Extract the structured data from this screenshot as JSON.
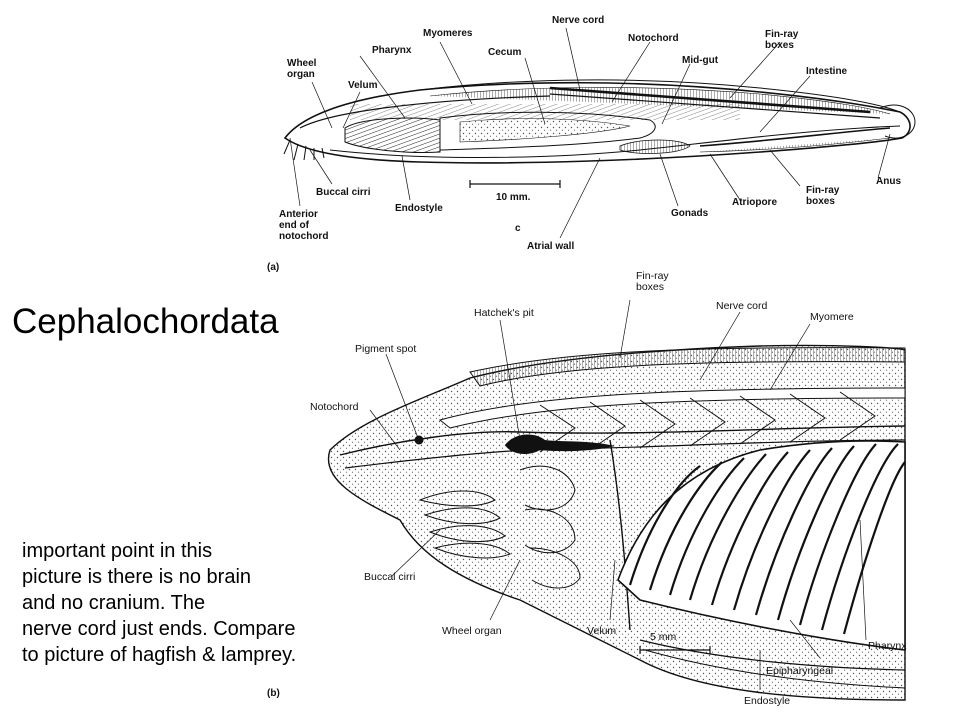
{
  "title": "Cephalochordata",
  "note": {
    "lines": [
      "important point in this",
      "picture is there is no brain",
      "and no cranium.  The",
      "nerve cord just ends. Compare",
      "to picture of hagfish & lamprey."
    ]
  },
  "figure_a": {
    "panel_label": "(a)",
    "labels": {
      "wheel_organ": "Wheel\norgan",
      "pharynx": "Pharynx",
      "myomeres": "Myomeres",
      "nerve_cord": "Nerve cord",
      "notochord": "Notochord",
      "fin_ray_boxes_top": "Fin-ray\nboxes",
      "velum": "Velum",
      "cecum": "Cecum",
      "mid_gut": "Mid-gut",
      "intestine": "Intestine",
      "buccal_cirri": "Buccal cirri",
      "anterior_notochord": "Anterior\nend of\nnotochord",
      "endostyle": "Endostyle",
      "atrial_wall": "Atrial wall",
      "gonads": "Gonads",
      "atriopore": "Atriopore",
      "fin_ray_boxes_bottom": "Fin-ray\nboxes",
      "anus": "Anus"
    },
    "scale": "10 mm.",
    "stray_mark": "c"
  },
  "figure_b": {
    "panel_label": "(b)",
    "labels": {
      "fin_ray_boxes": "Fin-ray\nboxes",
      "hatcheks_pit": "Hatchek's pit",
      "nerve_cord": "Nerve cord",
      "myomere": "Myomere",
      "pigment_spot": "Pigment spot",
      "notochord": "Notochord",
      "buccal_cirri": "Buccal cirri",
      "wheel_organ": "Wheel organ",
      "velum": "Velum",
      "pharynx": "Pharynx",
      "epipharyngeal": "Epipharyngeal",
      "endostyle": "Endostyle"
    },
    "scale": "5 mm"
  },
  "colors": {
    "ink": "#111111",
    "stipple": "#555555",
    "background": "#ffffff"
  }
}
